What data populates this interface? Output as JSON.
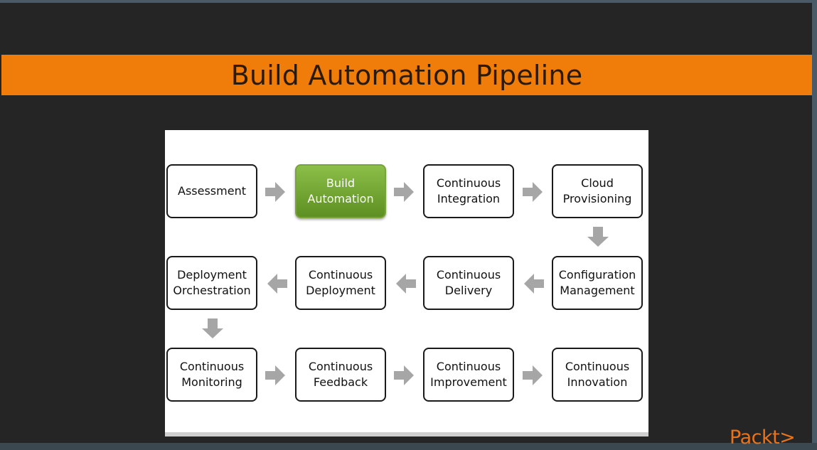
{
  "title": "Build Automation Pipeline",
  "diagram": {
    "rows": [
      [
        "Assessment",
        "Build\nAutomation",
        "Continuous\nIntegration",
        "Cloud\nProvisioning"
      ],
      [
        "Deployment\nOrchestration",
        "Continuous\nDeployment",
        "Continuous\nDelivery",
        "Configuration\nManagement"
      ],
      [
        "Continuous\nMonitoring",
        "Continuous\nFeedback",
        "Continuous\nImprovement",
        "Continuous\nInnovation"
      ]
    ],
    "highlighted": "Build\nAutomation",
    "highlight_color": "#6fa32c",
    "arrow_color": "#a6a6a6"
  },
  "branding": {
    "logo_text": "Packt>"
  },
  "colors": {
    "title_bar": "#f07d0a",
    "background": "#252525"
  }
}
